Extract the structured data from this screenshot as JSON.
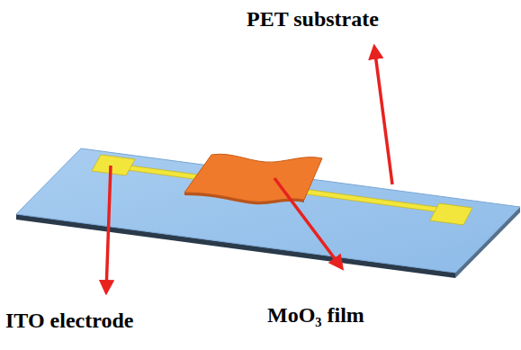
{
  "diagram": {
    "labels": [
      "PET substrate",
      "ITO electrode",
      "MoO₃ film"
    ]
  }
}
